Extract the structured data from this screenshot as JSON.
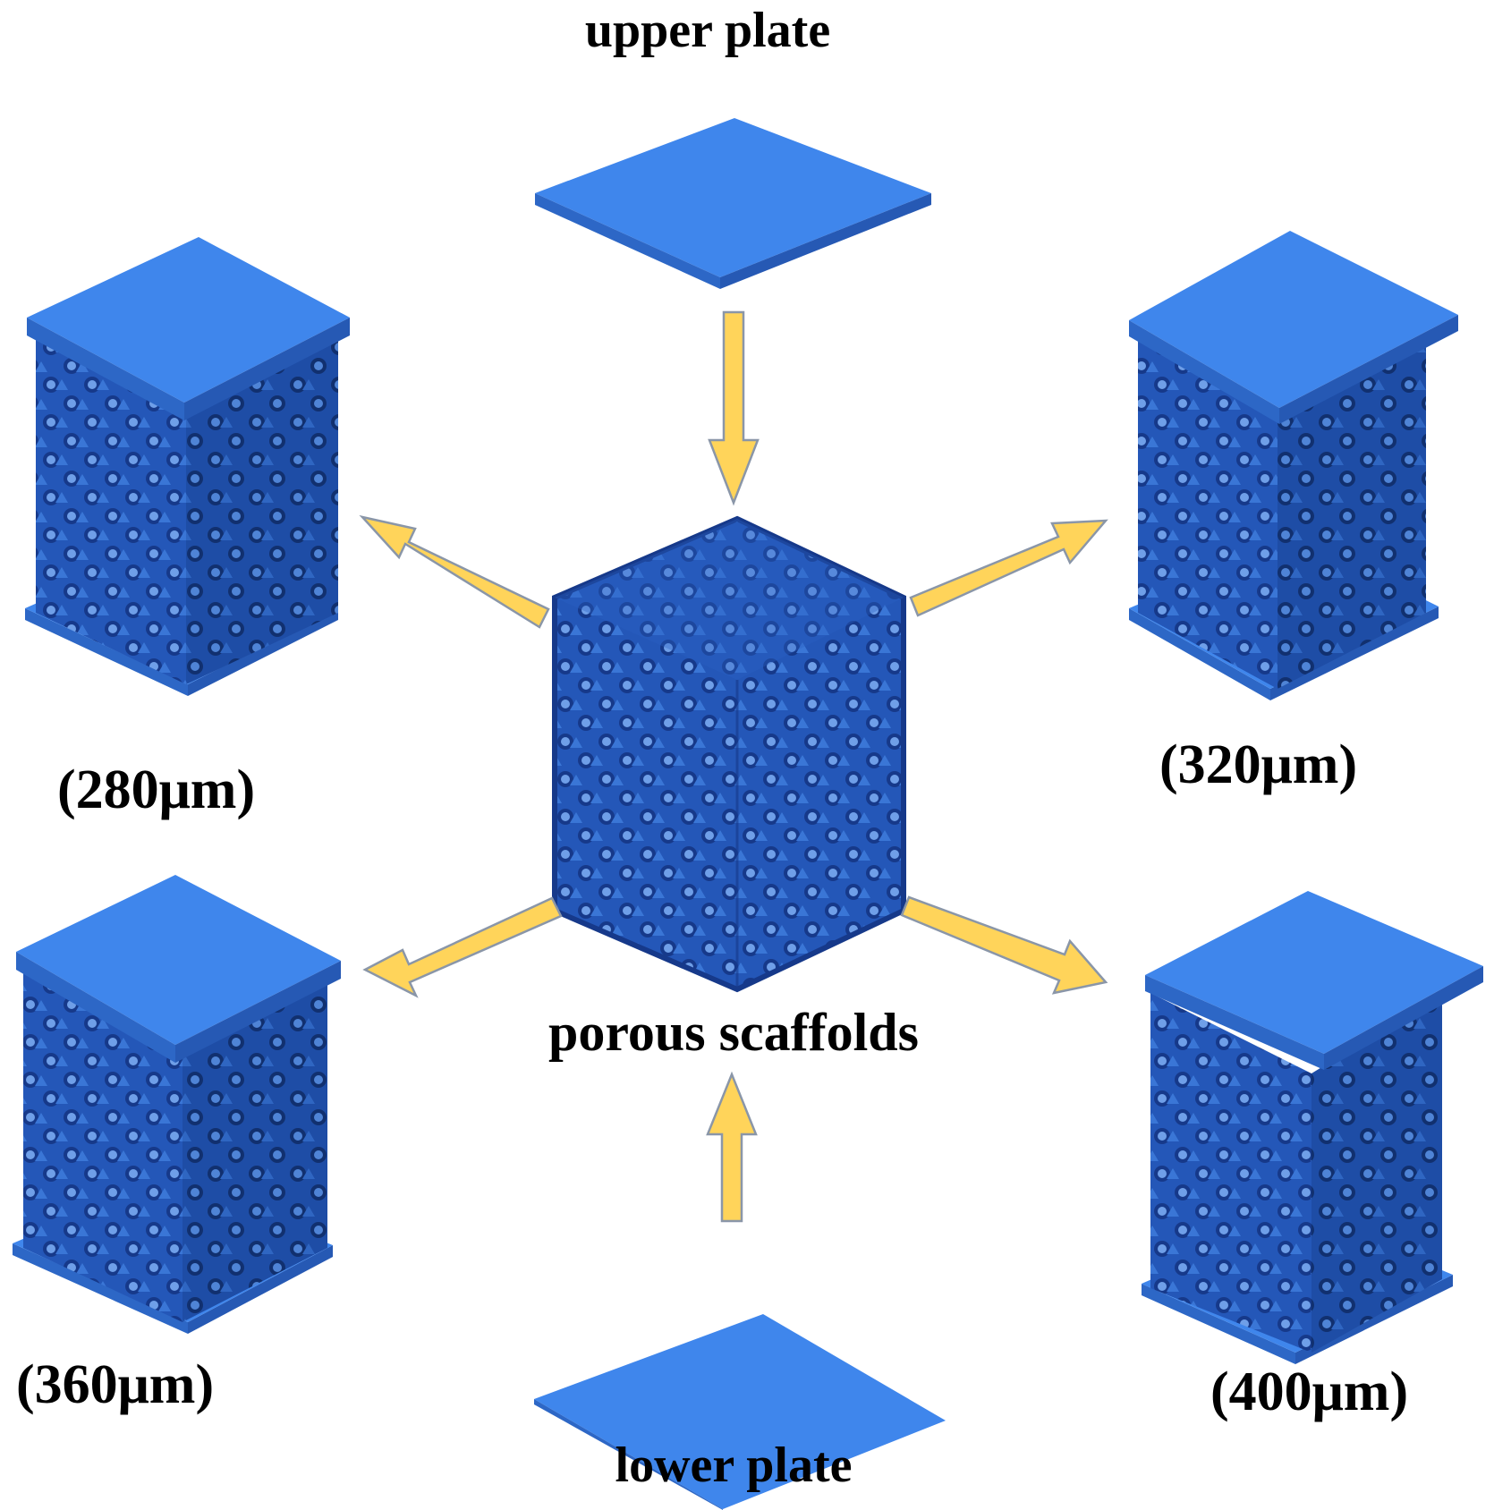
{
  "labels": {
    "upper_plate": "upper plate",
    "lower_plate": "lower plate",
    "porous_scaffolds": "porous scaffolds",
    "size_280": "(280μm)",
    "size_320": "(320μm)",
    "size_360": "(360μm)",
    "size_400": "(400μm)"
  },
  "colors": {
    "plate_top": "#3F86EC",
    "plate_side": "#2D67C6",
    "scaffold": "#2457B8",
    "scaffold_dark": "#16398A",
    "arrow_fill": "#FFD45A",
    "arrow_stroke": "#8A96A8"
  }
}
